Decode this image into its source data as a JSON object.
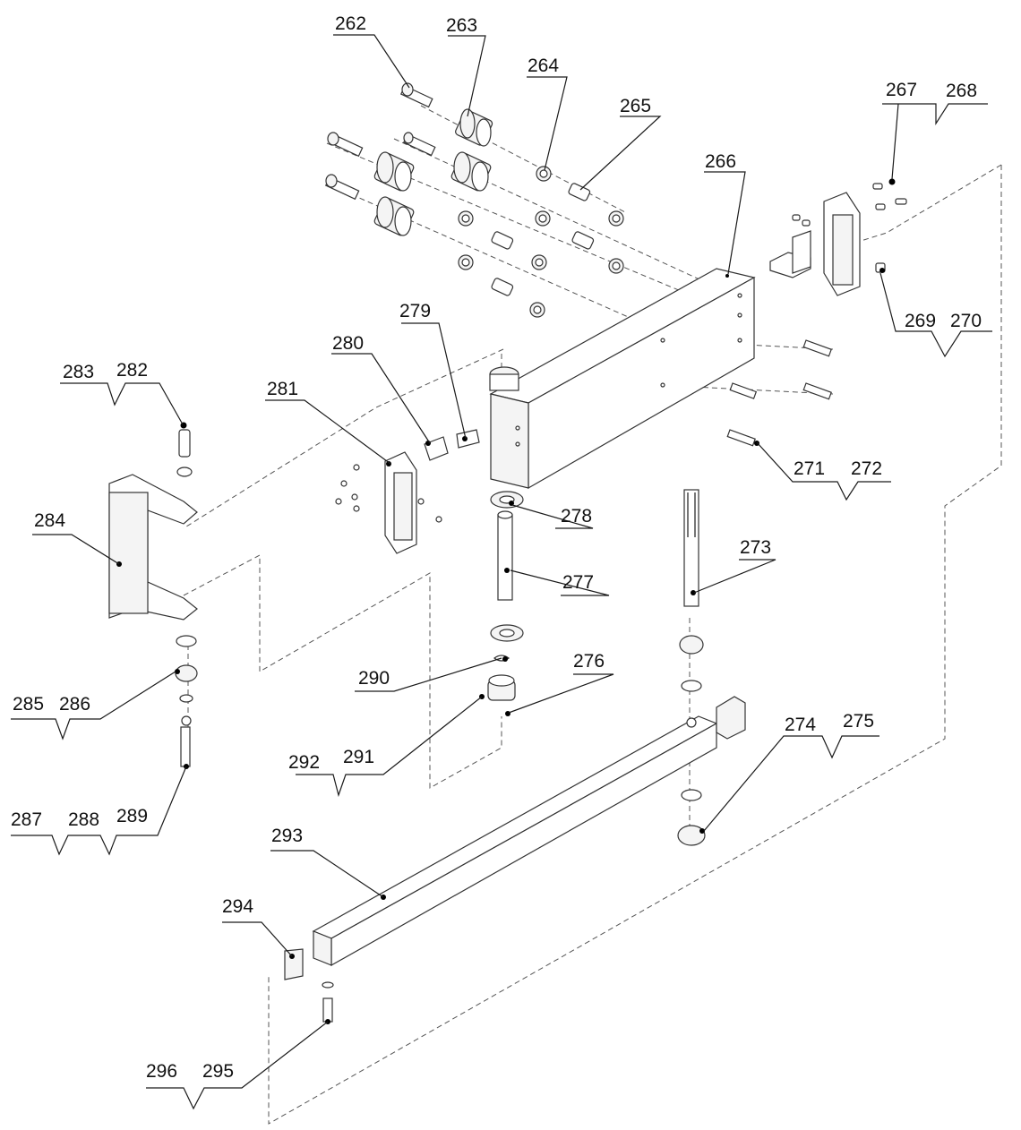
{
  "diagram": {
    "labels": {
      "p262": "262",
      "p263": "263",
      "p264": "264",
      "p265": "265",
      "p266": "266",
      "p267": "267",
      "p268": "268",
      "p269": "269",
      "p270": "270",
      "p271": "271",
      "p272": "272",
      "p273": "273",
      "p274": "274",
      "p275": "275",
      "p276": "276",
      "p277": "277",
      "p278": "278",
      "p279": "279",
      "p280": "280",
      "p281": "281",
      "p282": "282",
      "p283": "283",
      "p284": "284",
      "p285": "285",
      "p286": "286",
      "p287": "287",
      "p288": "288",
      "p289": "289",
      "p290": "290",
      "p291": "291",
      "p292": "292",
      "p293": "293",
      "p294": "294",
      "p295": "295",
      "p296": "296"
    }
  }
}
